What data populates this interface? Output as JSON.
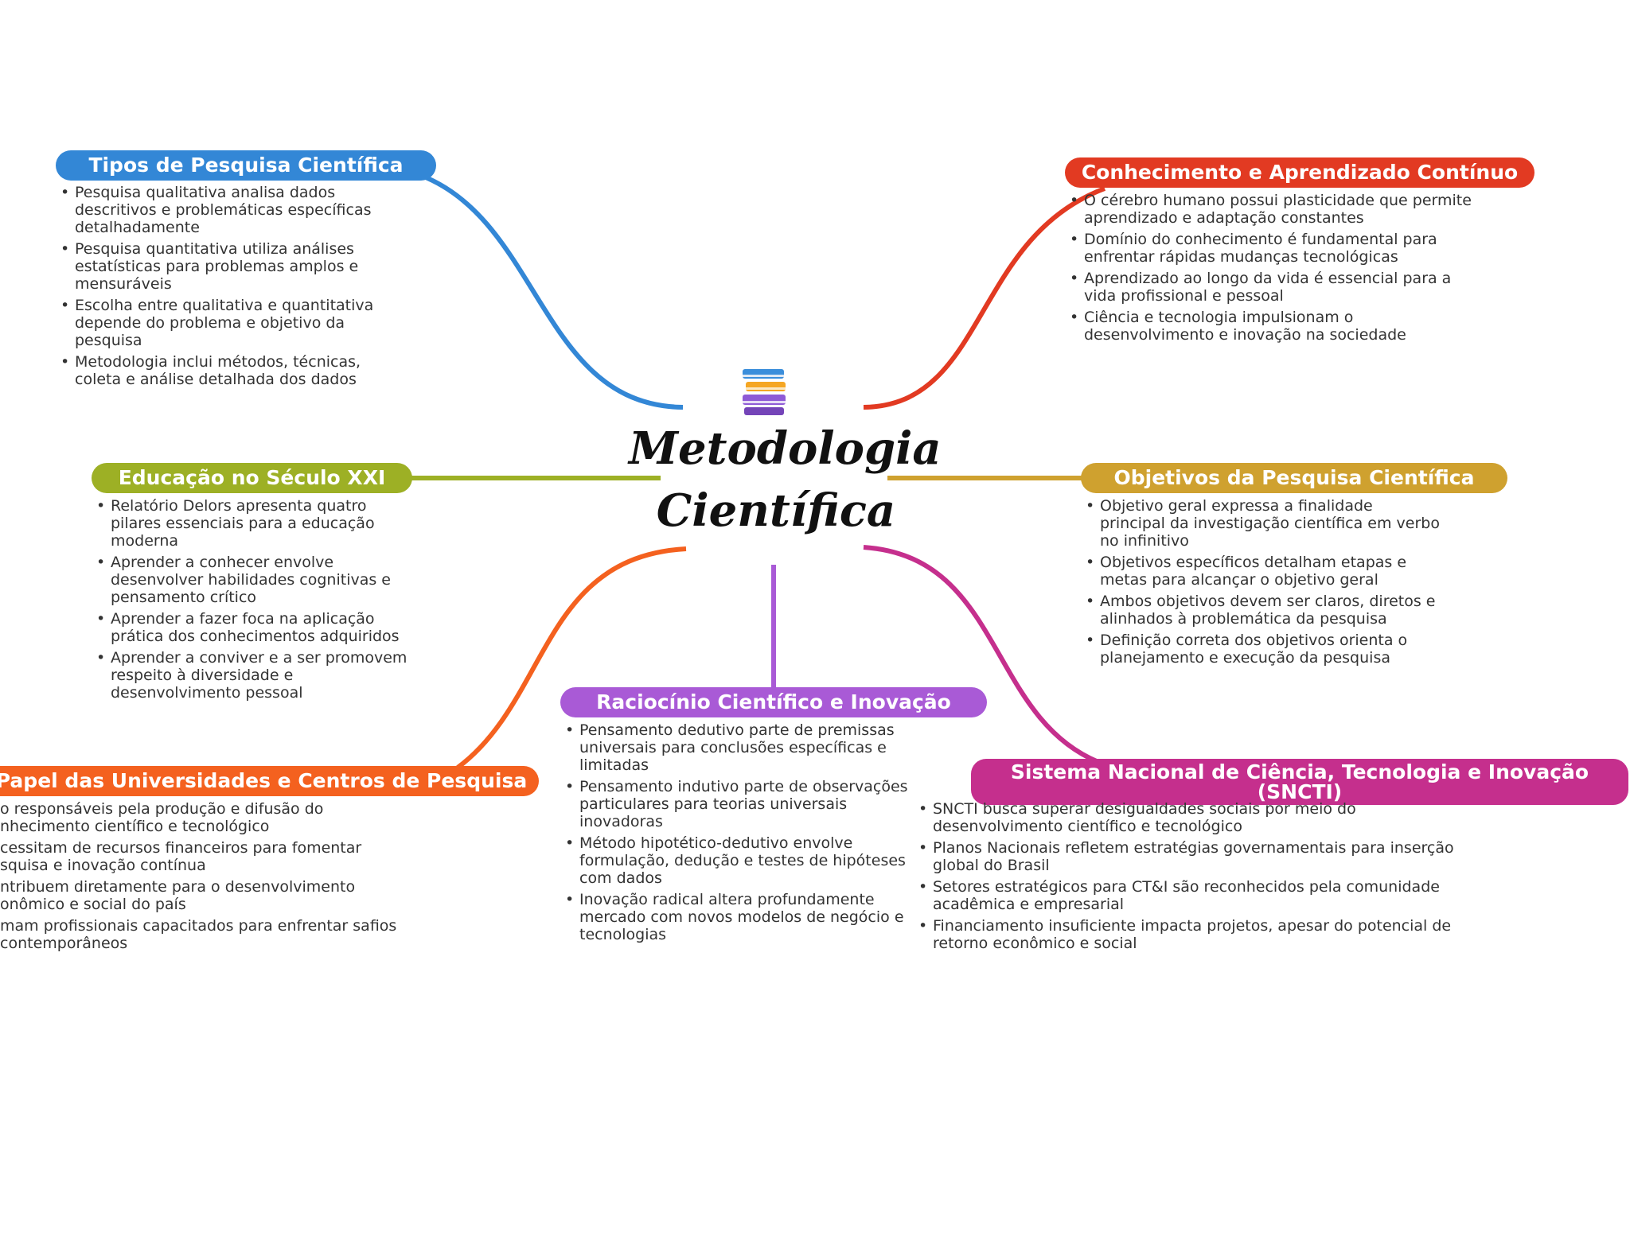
{
  "central": {
    "title_line1": "Metodologia",
    "title_line2": "Científica",
    "icon": "books-icon"
  },
  "branches": [
    {
      "id": "tipos",
      "title": "Tipos de Pesquisa Científica",
      "color": "#3387d6",
      "items": [
        "Pesquisa qualitativa analisa dados descritivos e problemáticas específicas detalhadamente",
        "Pesquisa quantitativa utiliza análises estatísticas para problemas amplos e mensuráveis",
        "Escolha entre qualitativa e quantitativa depende do problema e objetivo da pesquisa",
        "Metodologia inclui métodos, técnicas, coleta e análise detalhada dos dados"
      ]
    },
    {
      "id": "conhecimento",
      "title": "Conhecimento e Aprendizado Contínuo",
      "color": "#e23a22",
      "items": [
        "O cérebro humano possui plasticidade que permite aprendizado e adaptação constantes",
        "Domínio do conhecimento é fundamental para enfrentar rápidas mudanças tecnológicas",
        "Aprendizado ao longo da vida é essencial para a vida profissional e pessoal",
        "Ciência e tecnologia impulsionam o desenvolvimento e inovação na sociedade"
      ]
    },
    {
      "id": "educacao",
      "title": "Educação no Século XXI",
      "color": "#9db025",
      "items": [
        "Relatório Delors apresenta quatro pilares essenciais para a educação moderna",
        "Aprender a conhecer envolve desenvolver habilidades cognitivas e pensamento crítico",
        "Aprender a fazer foca na aplicação prática dos conhecimentos adquiridos",
        "Aprender a conviver e a ser promovem respeito à diversidade e desenvolvimento pessoal"
      ]
    },
    {
      "id": "objetivos",
      "title": "Objetivos da Pesquisa Científica",
      "color": "#cfa12f",
      "items": [
        "Objetivo geral expressa a finalidade principal da investigação científica em verbo no infinitivo",
        "Objetivos específicos detalham etapas e metas para alcançar o objetivo geral",
        "Ambos objetivos devem ser claros, diretos e alinhados à problemática da pesquisa",
        "Definição correta dos objetivos orienta o planejamento e execução da pesquisa"
      ]
    },
    {
      "id": "raciocinio",
      "title": "Raciocínio Científico e Inovação",
      "color": "#a95ad6",
      "items": [
        "Pensamento dedutivo parte de premissas universais para conclusões específicas e limitadas",
        "Pensamento indutivo parte de observações particulares para teorias universais inovadoras",
        "Método hipotético-dedutivo envolve formulação, dedução e testes de hipóteses com dados",
        "Inovação radical altera profundamente mercado com novos modelos de negócio e tecnologias"
      ]
    },
    {
      "id": "universidades",
      "title": "Papel das Universidades e Centros de Pesquisa",
      "color": "#f4611f",
      "items": [
        "o responsáveis pela produção e difusão do nhecimento científico e tecnológico",
        "cessitam de recursos financeiros para fomentar squisa e inovação contínua",
        "ntribuem diretamente para o desenvolvimento onômico e social do país",
        "mam profissionais capacitados para enfrentar safios contemporâneos"
      ]
    },
    {
      "id": "sncti",
      "title": "Sistema Nacional de Ciência, Tecnologia e Inovação (SNCTI)",
      "color": "#c52f8d",
      "items": [
        "SNCTI busca superar desigualdades sociais por meio do desenvolvimento científico e tecnológico",
        "Planos Nacionais refletem estratégias governamentais para inserção global do Brasil",
        "Setores estratégicos para CT&I são reconhecidos pela comunidade acadêmica e empresarial",
        "Financiamento insuficiente impacta projetos, apesar do potencial de retorno econômico e social"
      ]
    }
  ]
}
